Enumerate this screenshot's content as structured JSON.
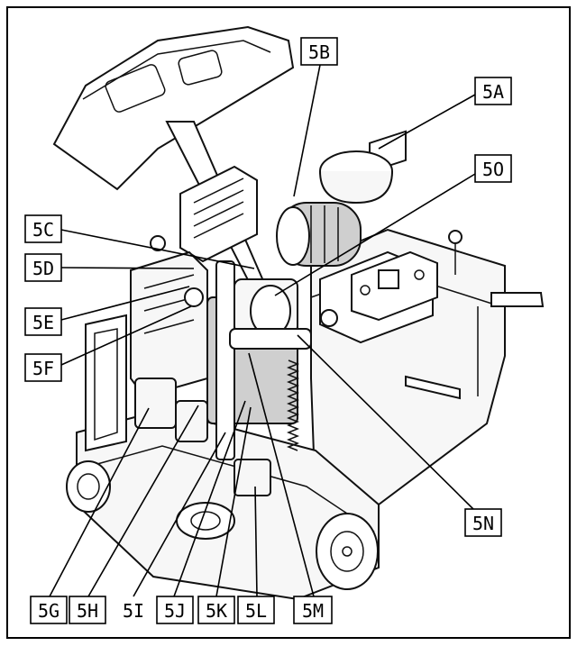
{
  "callouts": [
    {
      "id": "5A",
      "boxed": true
    },
    {
      "id": "5B",
      "boxed": true
    },
    {
      "id": "5O",
      "boxed": true
    },
    {
      "id": "5C",
      "boxed": true
    },
    {
      "id": "5D",
      "boxed": true
    },
    {
      "id": "5E",
      "boxed": true
    },
    {
      "id": "5F",
      "boxed": true
    },
    {
      "id": "5N",
      "boxed": true
    },
    {
      "id": "5G",
      "boxed": true
    },
    {
      "id": "5H",
      "boxed": true
    },
    {
      "id": "5I",
      "boxed": false
    },
    {
      "id": "5J",
      "boxed": true
    },
    {
      "id": "5K",
      "boxed": true
    },
    {
      "id": "5L",
      "boxed": true
    },
    {
      "id": "5M",
      "boxed": true
    }
  ]
}
